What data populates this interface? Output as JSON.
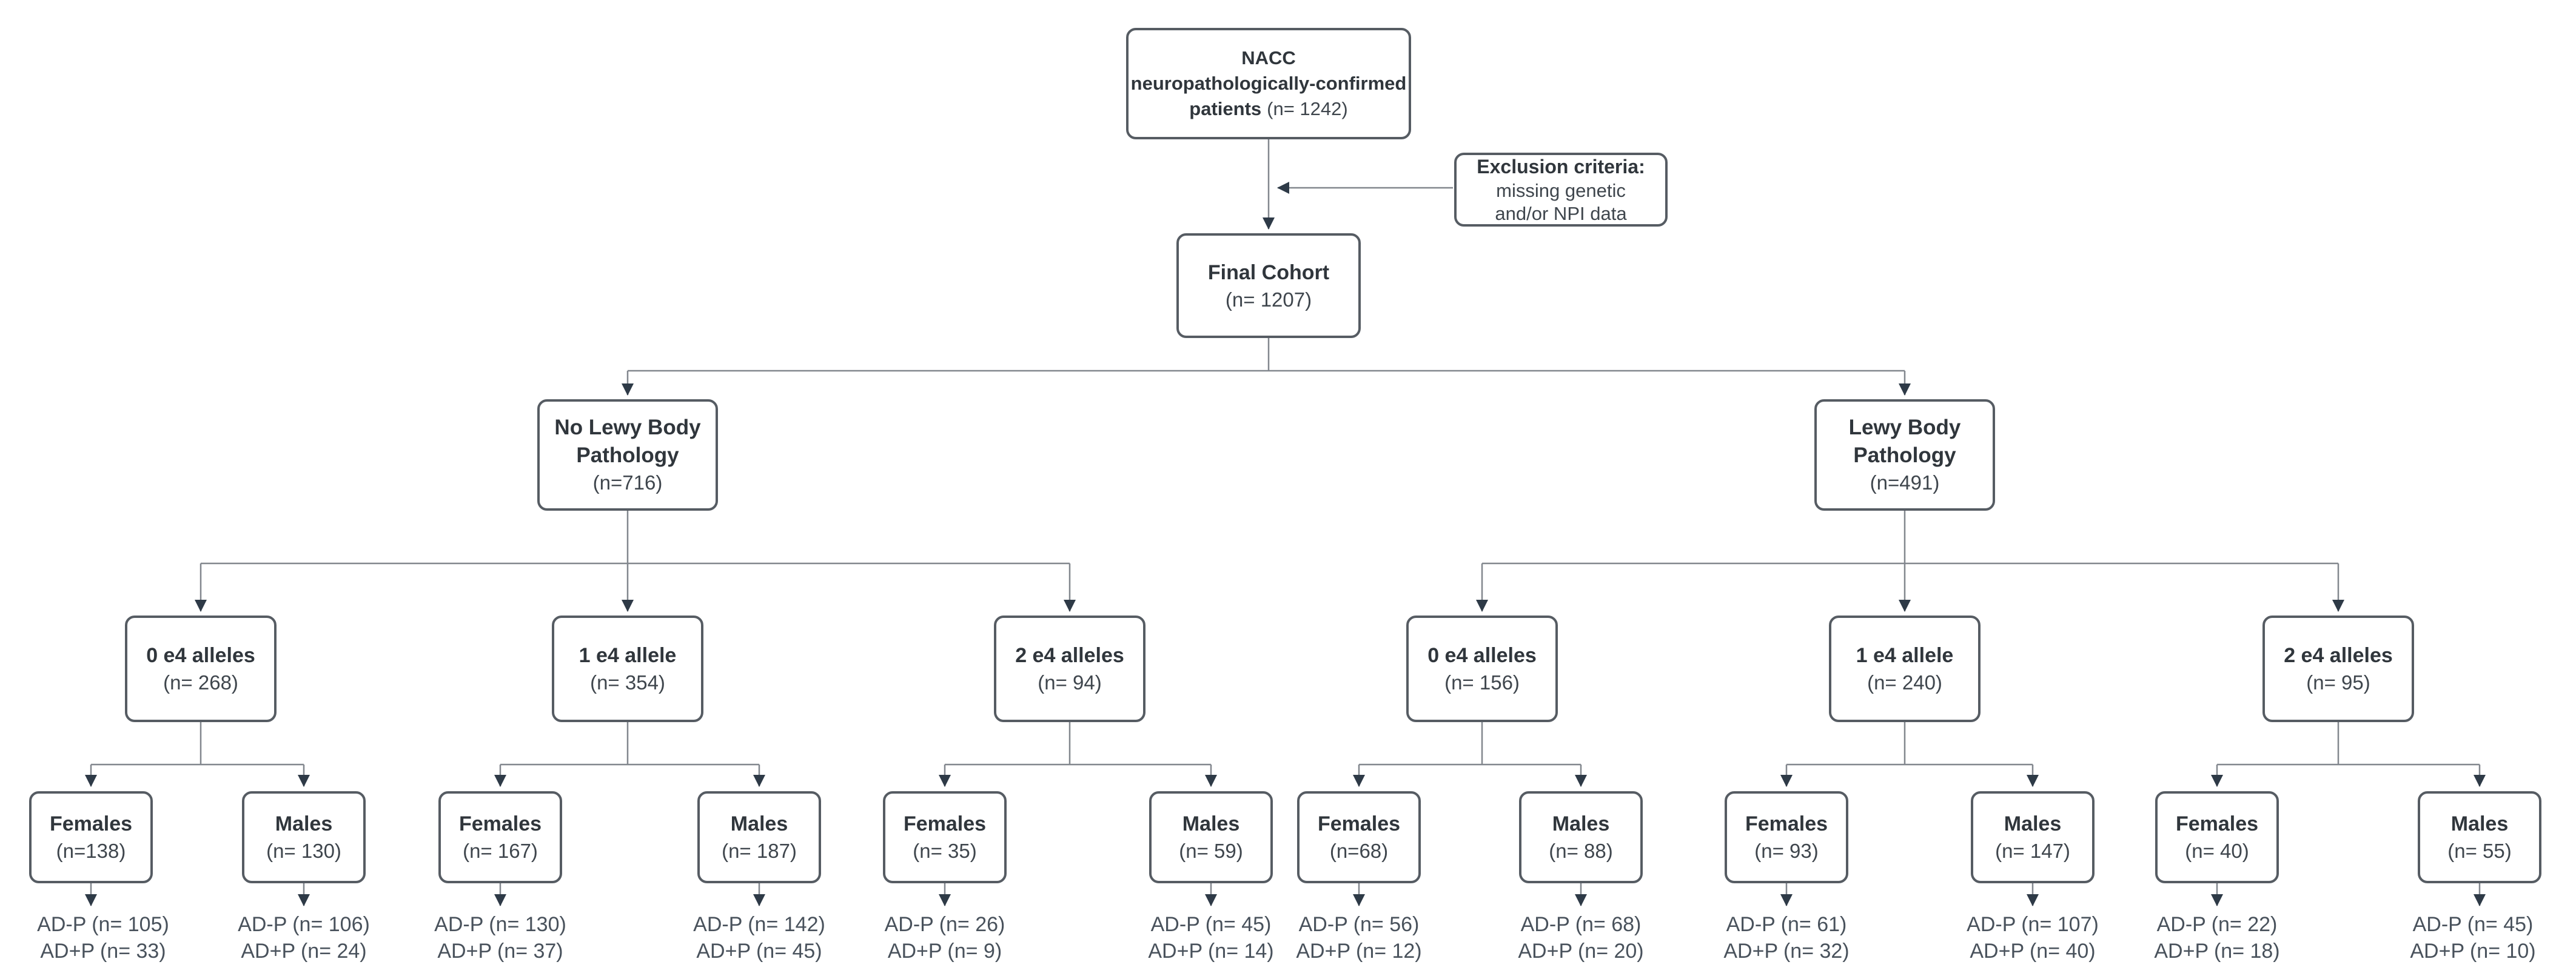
{
  "colors": {
    "box_border": "#565c63",
    "connector": "#82878e",
    "arrowhead": "#2e3a47",
    "title_text": "#30363c",
    "secondary_text": "#3f464d",
    "outcome_text": "#49525c",
    "background": "#ffffff"
  },
  "root": {
    "line1": "NACC",
    "line2": "neuropathologically-confirmed",
    "line3_bold": "patients",
    "n": "(n= 1242)"
  },
  "exclusion": {
    "title": "Exclusion criteria:",
    "line1": "missing genetic",
    "line2": "and/or NPI data"
  },
  "final_cohort": {
    "title": "Final Cohort",
    "n": "(n= 1207)"
  },
  "pathology": [
    {
      "line1": "No Lewy Body",
      "line2": "Pathology",
      "n": "(n=716)"
    },
    {
      "line1": "Lewy Body",
      "line2": "Pathology",
      "n": "(n=491)"
    }
  ],
  "alleles": [
    {
      "title": "0 e4 alleles",
      "n": "(n= 268)"
    },
    {
      "title": "1 e4 allele",
      "n": "(n= 354)"
    },
    {
      "title": "2 e4 alleles",
      "n": "(n= 94)"
    },
    {
      "title": "0 e4 alleles",
      "n": "(n= 156)"
    },
    {
      "title": "1 e4 allele",
      "n": "(n= 240)"
    },
    {
      "title": "2 e4 alleles",
      "n": "(n= 95)"
    }
  ],
  "sex_groups": [
    {
      "title": "Females",
      "n": "(n=138)",
      "adp": "AD-P (n= 105)",
      "adpp": "AD+P (n= 33)"
    },
    {
      "title": "Males",
      "n": "(n= 130)",
      "adp": "AD-P (n= 106)",
      "adpp": "AD+P (n= 24)"
    },
    {
      "title": "Females",
      "n": "(n= 167)",
      "adp": "AD-P (n= 130)",
      "adpp": "AD+P (n= 37)"
    },
    {
      "title": "Males",
      "n": "(n= 187)",
      "adp": "AD-P (n= 142)",
      "adpp": "AD+P (n= 45)"
    },
    {
      "title": "Females",
      "n": "(n= 35)",
      "adp": "AD-P (n= 26)",
      "adpp": "AD+P (n= 9)"
    },
    {
      "title": "Males",
      "n": "(n= 59)",
      "adp": "AD-P (n= 45)",
      "adpp": "AD+P (n= 14)"
    },
    {
      "title": "Females",
      "n": "(n=68)",
      "adp": "AD-P (n= 56)",
      "adpp": "AD+P (n= 12)"
    },
    {
      "title": "Males",
      "n": "(n= 88)",
      "adp": "AD-P (n= 68)",
      "adpp": "AD+P (n= 20)"
    },
    {
      "title": "Females",
      "n": "(n= 93)",
      "adp": "AD-P (n= 61)",
      "adpp": "AD+P (n= 32)"
    },
    {
      "title": "Males",
      "n": "(n= 147)",
      "adp": "AD-P (n= 107)",
      "adpp": "AD+P (n= 40)"
    },
    {
      "title": "Females",
      "n": "(n= 40)",
      "adp": "AD-P (n= 22)",
      "adpp": "AD+P (n= 18)"
    },
    {
      "title": "Males",
      "n": "(n= 55)",
      "adp": "AD-P (n= 45)",
      "adpp": "AD+P (n= 10)"
    }
  ]
}
